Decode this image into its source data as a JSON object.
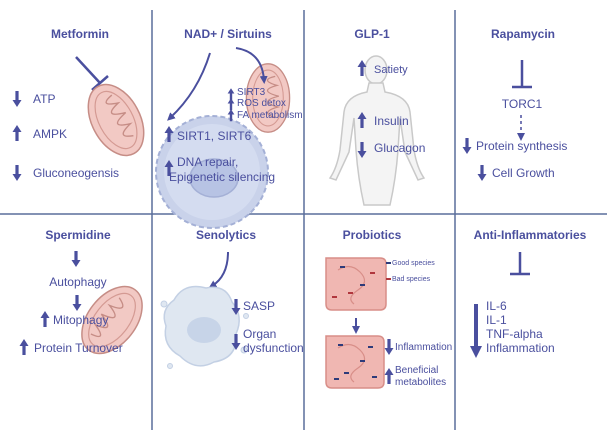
{
  "colors": {
    "text": "#4a4f9e",
    "arrow": "#4a4f9e",
    "divider": "#5a6e9b",
    "mito_fill": "#f2c9c4",
    "mito_stroke": "#c68d86",
    "cell_fill": "#c9d2ea",
    "body_fill": "#f4f4f4",
    "gut_fill": "#f0b7b2"
  },
  "panels": {
    "metformin": {
      "title": "Metformin",
      "items": [
        "ATP",
        "AMPK",
        "Gluconeogensis"
      ],
      "icons": [
        "down-arrow-icon",
        "up-arrow-icon",
        "down-arrow-icon",
        "inhibition-icon",
        "mitochondrion-icon"
      ]
    },
    "nad": {
      "title": "NAD+ / Sirtuins",
      "upper_items": [
        "SIRT3",
        "ROS detox",
        "FA metabolism"
      ],
      "sirt": "SIRT1, SIRT6",
      "dna_line1": "DNA repair,",
      "dna_line2": "Epigenetic silencing",
      "icons": [
        "cell-icon",
        "mitochondrion-icon",
        "curved-arrow-icon"
      ]
    },
    "glp1": {
      "title": "GLP-1",
      "items": [
        "Satiety",
        "Insulin",
        "Glucagon"
      ],
      "icons": [
        "human-body-icon",
        "up-arrow-icon",
        "down-arrow-icon"
      ]
    },
    "rapamycin": {
      "title": "Rapamycin",
      "target": "TORC1",
      "items": [
        "Protein synthesis",
        "Cell Growth"
      ],
      "icons": [
        "inhibition-icon",
        "dashed-arrow-icon",
        "down-arrow-icon"
      ]
    },
    "spermidine": {
      "title": "Spermidine",
      "items": [
        "Autophagy",
        "Mitophagy",
        "Protein Turnover"
      ],
      "icons": [
        "mitochondrion-icon",
        "down-arrow-icon",
        "up-arrow-icon"
      ]
    },
    "senolytics": {
      "title": "Senolytics",
      "items": [
        "SASP",
        "Organ",
        "dysfunction"
      ],
      "icons": [
        "senescent-cell-icon",
        "curved-arrow-icon",
        "down-arrow-icon"
      ]
    },
    "probiotics": {
      "title": "Probiotics",
      "legend": [
        "Good species",
        "Bad species"
      ],
      "items": [
        "Inflammation",
        "Beneficial",
        "metabolites"
      ],
      "icons": [
        "intestine-icon",
        "down-arrow-icon",
        "up-arrow-icon"
      ]
    },
    "anti": {
      "title": "Anti-Inflammatories",
      "items": [
        "IL-6",
        "IL-1",
        "TNF-alpha",
        "Inflammation"
      ],
      "icons": [
        "inhibition-icon",
        "down-arrow-icon"
      ]
    }
  }
}
